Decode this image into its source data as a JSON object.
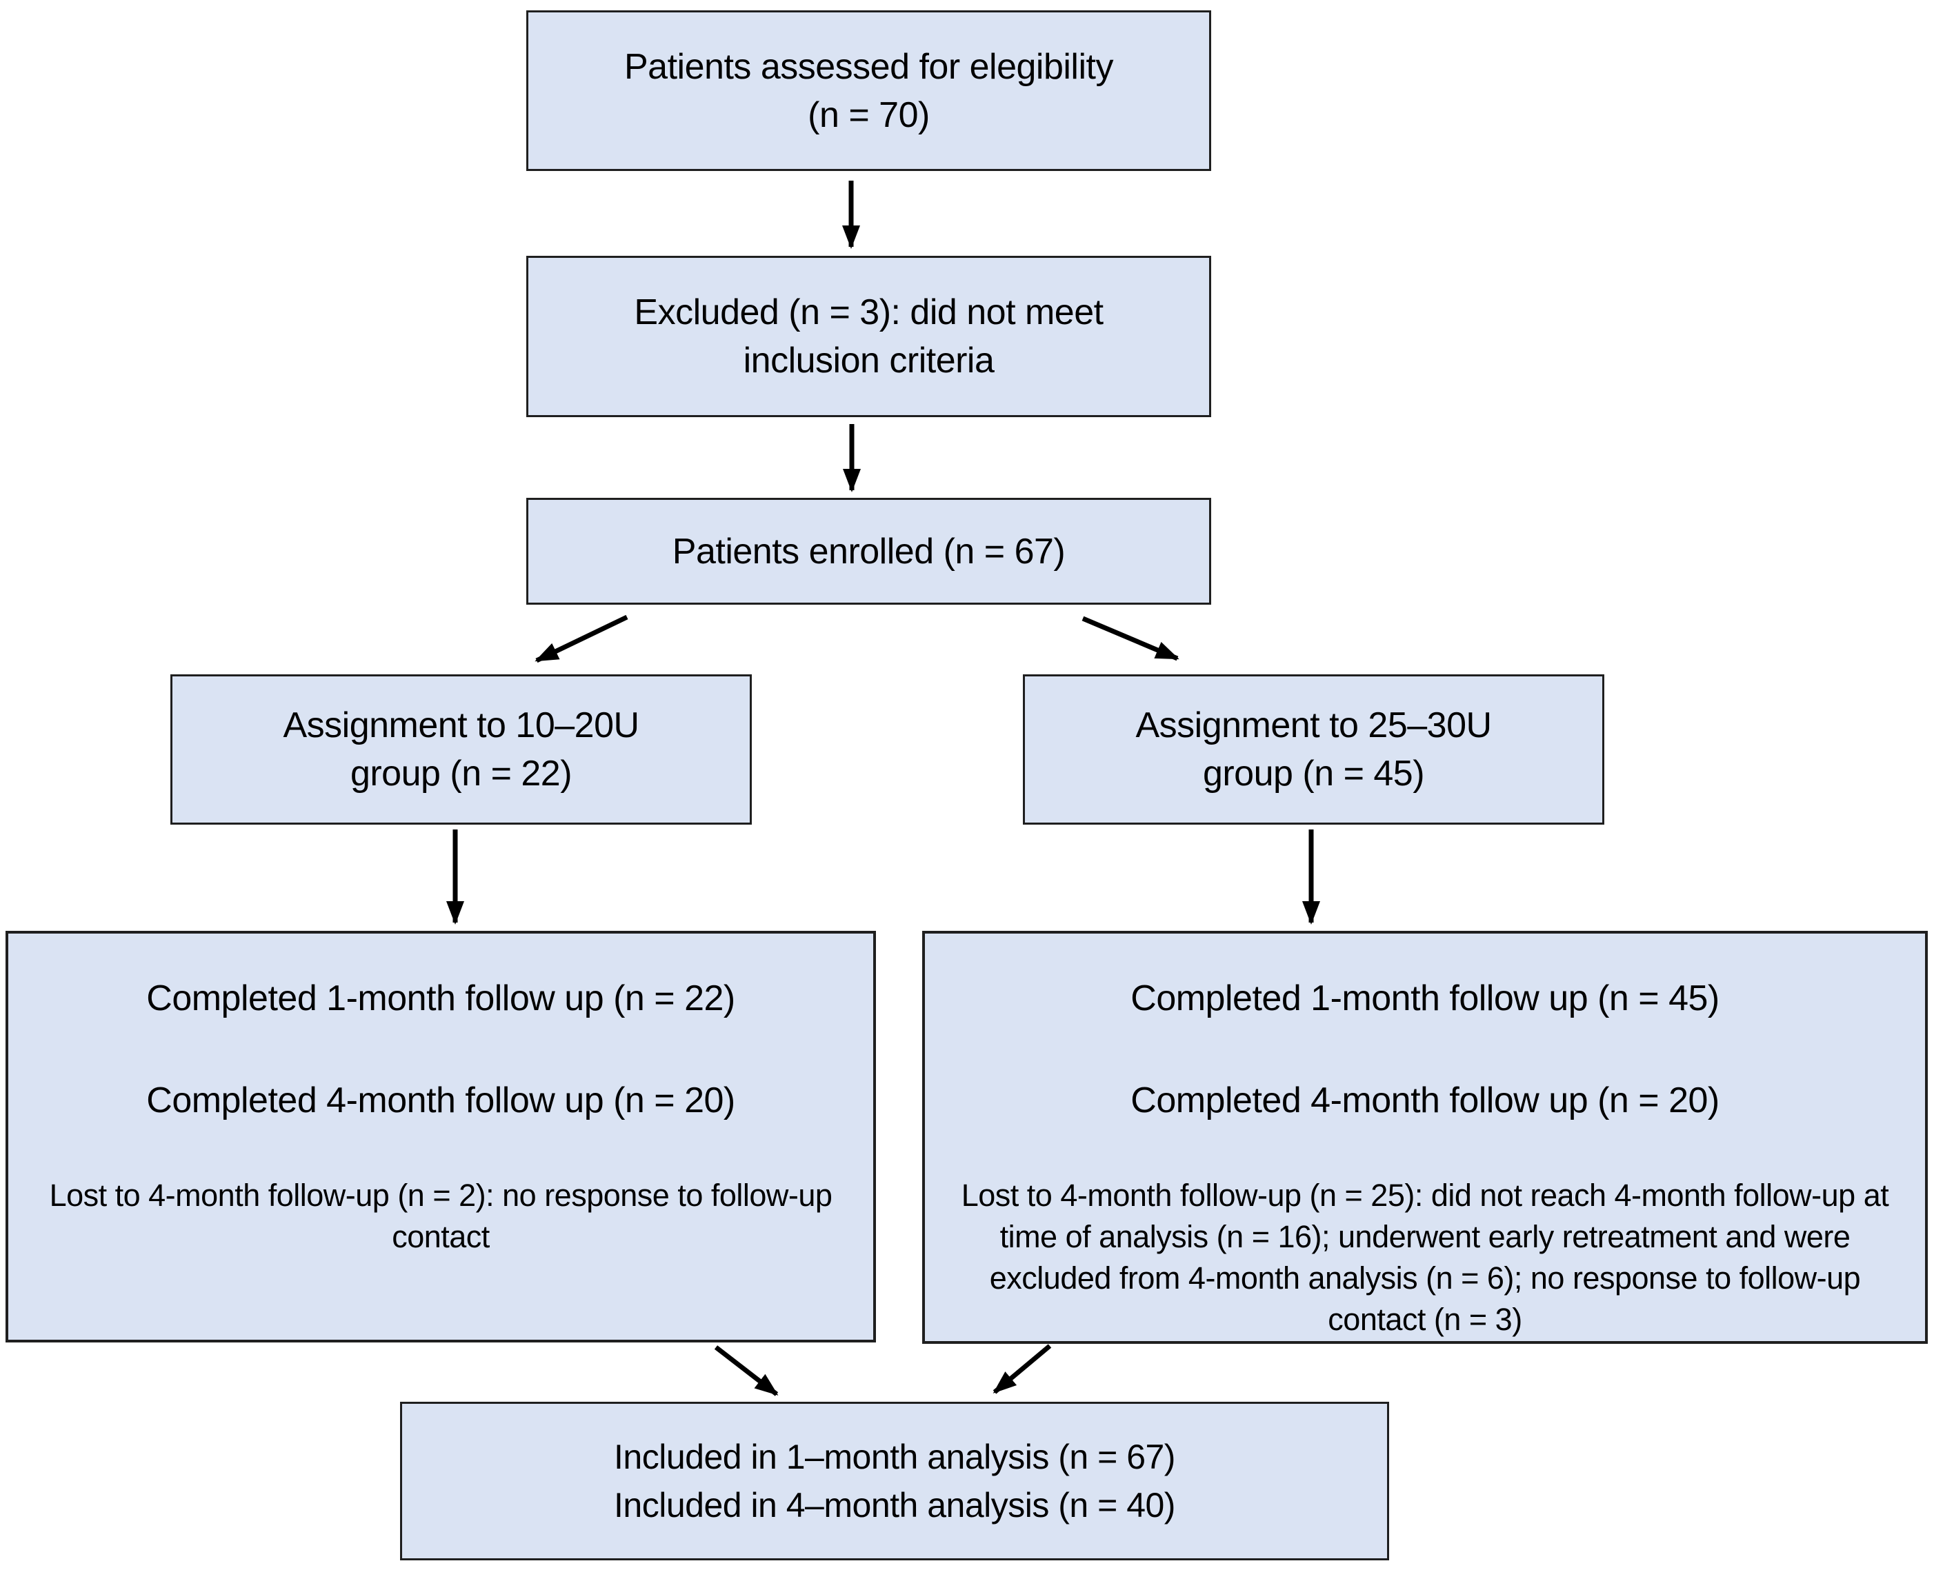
{
  "colors": {
    "box_fill": "#dae3f3",
    "box_border": "#1f1f1f",
    "arrow": "#000000",
    "canvas_bg": "#ffffff",
    "text": "#000000"
  },
  "flowchart": {
    "assessed": {
      "line1": "Patients assessed for elegibility",
      "line2": "(n = 70)"
    },
    "excluded": {
      "line1": "Excluded (n = 3): did not meet",
      "line2": "inclusion criteria"
    },
    "enrolled": {
      "line1": "Patients enrolled (n = 67)"
    },
    "assign_low": {
      "line1": "Assignment to 10–20U",
      "line2": "group (n = 22)"
    },
    "assign_high": {
      "line1": "Assignment to 25–30U",
      "line2": "group (n = 45)"
    },
    "group_low": {
      "completed_1m": "Completed 1-month follow up (n = 22)",
      "completed_4m": "Completed 4-month follow up (n = 20)",
      "lost": "Lost to 4-month follow-up (n = 2): no response to follow-up contact"
    },
    "group_high": {
      "completed_1m": "Completed 1-month follow up (n = 45)",
      "completed_4m": "Completed 4-month follow up (n = 20)",
      "lost": "Lost to 4-month follow-up (n = 25): did not reach 4-month follow-up at time of analysis (n = 16); underwent early retreatment and were excluded from 4-month analysis (n = 6); no response to follow-up contact (n = 3)"
    },
    "included": {
      "line1": "Included in 1–month analysis (n = 67)",
      "line2": "Included in 4–month analysis (n = 40)"
    },
    "connections": [
      {
        "from": "assessed",
        "to": "excluded"
      },
      {
        "from": "excluded",
        "to": "enrolled"
      },
      {
        "from": "enrolled",
        "to": "assign_low"
      },
      {
        "from": "enrolled",
        "to": "assign_high"
      },
      {
        "from": "assign_low",
        "to": "group_low"
      },
      {
        "from": "assign_high",
        "to": "group_high"
      },
      {
        "from": "group_low",
        "to": "included"
      },
      {
        "from": "group_high",
        "to": "included"
      }
    ]
  }
}
